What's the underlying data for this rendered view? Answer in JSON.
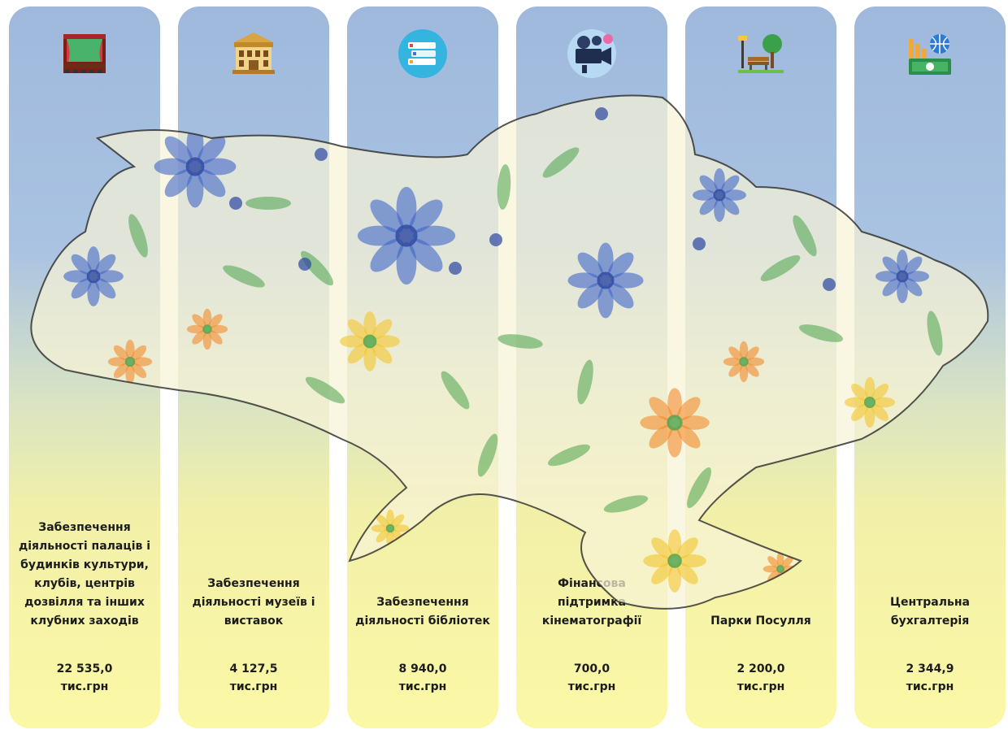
{
  "columns": [
    {
      "icon": "theater-stage-icon",
      "title": "Забезпечення діяльності палаців і будинків культури, клубів, центрів дозвілля та інших клубних заходів",
      "amount": "22 535,0",
      "unit": "тис.грн"
    },
    {
      "icon": "museum-icon",
      "title": "Забезпечення діяльності музеїв і виставок",
      "amount": "4 127,5",
      "unit": "тис.грн"
    },
    {
      "icon": "library-books-icon",
      "title": "Забезпечення діяльності бібліотек",
      "amount": "8 940,0",
      "unit": "тис.грн"
    },
    {
      "icon": "film-camera-icon",
      "title": "Фінансова підтримка кінематографії",
      "amount": "700,0",
      "unit": "тис.грн"
    },
    {
      "icon": "park-bench-tree-icon",
      "title": "Парки Посулля",
      "amount": "2 200,0",
      "unit": "тис.грн"
    },
    {
      "icon": "accounting-money-icon",
      "title": "Центральна бухгалтерія",
      "amount": "2 344,9",
      "unit": "тис.грн"
    }
  ],
  "colors": {
    "blue": "#3f66c8",
    "yellow": "#f4c52c",
    "green": "#4aa24a",
    "orange": "#f28b2b",
    "red": "#c73737"
  }
}
